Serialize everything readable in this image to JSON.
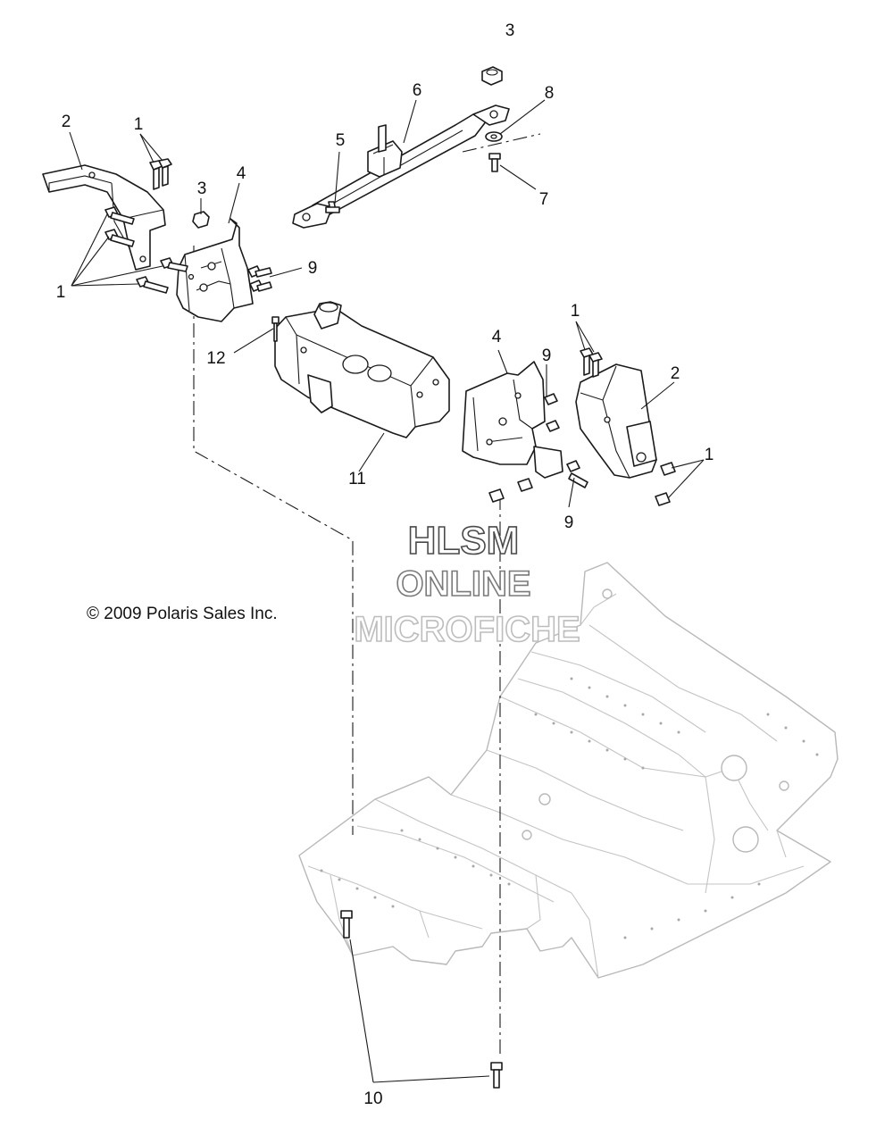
{
  "copyright": "© 2009 Polaris Sales Inc.",
  "watermark": {
    "line1": "HLSM",
    "line2": "ONLINE",
    "line3": "MICROFICHE"
  },
  "callouts": {
    "c1a": "1",
    "c1b": "1",
    "c1c": "1",
    "c1d": "1",
    "c2a": "2",
    "c2b": "2",
    "c3a": "3",
    "c3b": "3",
    "c4a": "4",
    "c4b": "4",
    "c5": "5",
    "c6": "6",
    "c7": "7",
    "c8": "8",
    "c9a": "9",
    "c9b": "9",
    "c9c": "9",
    "c10": "10",
    "c11": "11",
    "c12": "12"
  }
}
